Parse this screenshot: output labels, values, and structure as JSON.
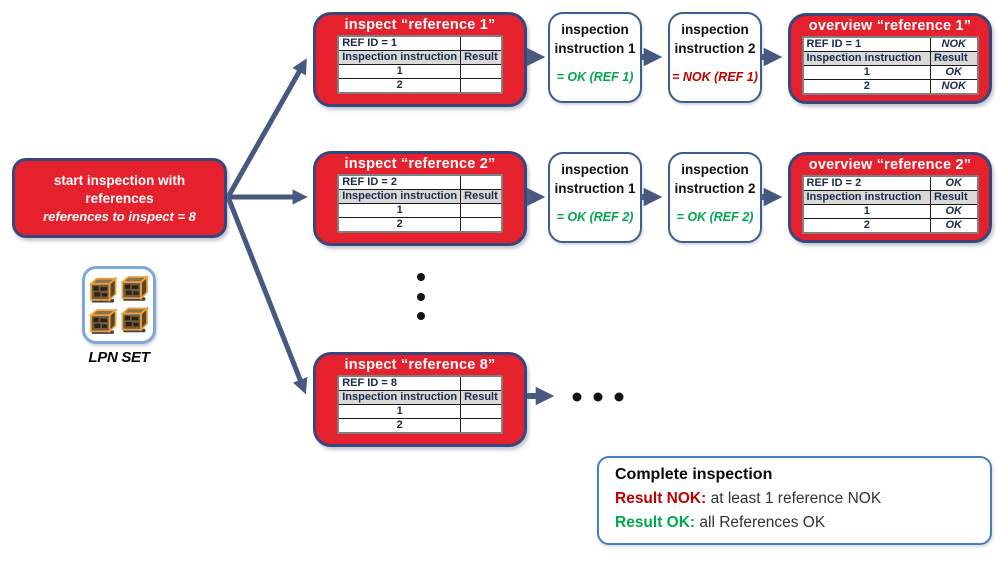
{
  "colors": {
    "node_red": "#E6212E",
    "node_border_navy": "#35477D",
    "white_node_border": "#3D5F8E",
    "arrow": "#47597E",
    "ok_green": "#00A84F",
    "nok_red": "#C00000",
    "table_header_bg": "#D9D9D9"
  },
  "start": {
    "title": "start inspection with references",
    "subtitle": "references to inspect = 8"
  },
  "lpn": {
    "label": "LPN SET"
  },
  "rows": [
    {
      "inspect": {
        "title": "inspect “reference 1”",
        "table": {
          "ref_id": "REF ID = 1",
          "ref_result": "",
          "col_instruction": "Inspection instruction",
          "col_result": "Result",
          "row1": {
            "n": "1",
            "result": ""
          },
          "row2": {
            "n": "2",
            "result": ""
          }
        }
      },
      "instr1": {
        "line1": "inspection",
        "line2": "instruction 1",
        "result": "= OK (REF 1)",
        "status": "ok"
      },
      "instr2": {
        "line1": "inspection",
        "line2": "instruction 2",
        "result": "= NOK (REF 1)",
        "status": "nok"
      },
      "overview": {
        "title": "overview “reference 1”",
        "table": {
          "ref_id": "REF ID = 1",
          "ref_result": "NOK",
          "ref_status": "nok",
          "col_instruction": "Inspection instruction",
          "col_result": "Result",
          "row1": {
            "n": "1",
            "result": "OK",
            "status": "ok"
          },
          "row2": {
            "n": "2",
            "result": "NOK",
            "status": "nok"
          }
        }
      }
    },
    {
      "inspect": {
        "title": "inspect “reference 2”",
        "table": {
          "ref_id": "REF ID = 2",
          "ref_result": "",
          "col_instruction": "Inspection instruction",
          "col_result": "Result",
          "row1": {
            "n": "1",
            "result": ""
          },
          "row2": {
            "n": "2",
            "result": ""
          }
        }
      },
      "instr1": {
        "line1": "inspection",
        "line2": "instruction 1",
        "result": "= OK (REF 2)",
        "status": "ok"
      },
      "instr2": {
        "line1": "inspection",
        "line2": "instruction 2",
        "result": "= OK (REF 2)",
        "status": "ok"
      },
      "overview": {
        "title": "overview “reference 2”",
        "table": {
          "ref_id": "REF ID = 2",
          "ref_result": "OK",
          "ref_status": "ok",
          "col_instruction": "Inspection instruction",
          "col_result": "Result",
          "row1": {
            "n": "1",
            "result": "OK",
            "status": "ok"
          },
          "row2": {
            "n": "2",
            "result": "OK",
            "status": "ok"
          }
        }
      }
    },
    {
      "inspect": {
        "title": "inspect “reference 8”",
        "table": {
          "ref_id": "REF ID = 8",
          "ref_result": "",
          "col_instruction": "Inspection instruction",
          "col_result": "Result",
          "row1": {
            "n": "1",
            "result": ""
          },
          "row2": {
            "n": "2",
            "result": ""
          }
        }
      }
    }
  ],
  "complete": {
    "title": "Complete inspection",
    "nok": {
      "label": "Result NOK:",
      "text": " at least 1 reference NOK",
      "status": "nok"
    },
    "ok": {
      "label": "Result OK:",
      "text": " all References OK",
      "status": "ok"
    }
  }
}
